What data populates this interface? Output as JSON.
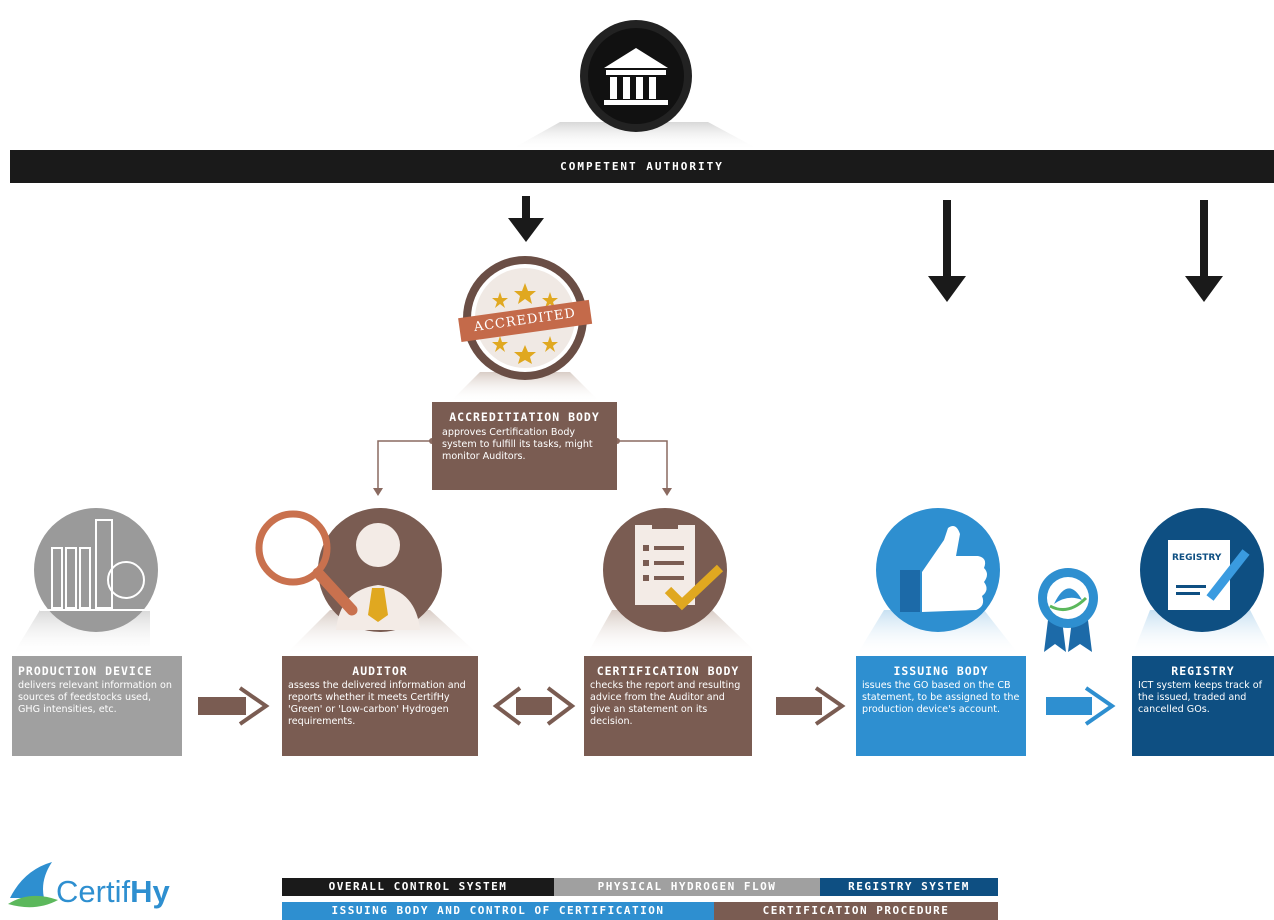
{
  "authority": {
    "label": "COMPETENT AUTHORITY"
  },
  "accreditation": {
    "badge_text": "ACCREDITED",
    "title": "ACCREDITIATION BODY",
    "desc": "approves Certification Body system to fulfill its tasks, might monitor Auditors."
  },
  "production": {
    "title": "PRODUCTION DEVICE",
    "desc": "delivers relevant information on sources of feedstocks used, GHG intensities, etc."
  },
  "auditor": {
    "title": "AUDITOR",
    "desc": "assess the delivered information and reports whether it meets CertifHy 'Green' or 'Low-carbon' Hydrogen requirements."
  },
  "certification": {
    "title": "CERTIFICATION BODY",
    "desc": "checks the report and resulting advice from the Auditor and give an statement on its decision."
  },
  "issuing": {
    "title": "ISSUING BODY",
    "desc": "issues the GO based on the CB statement, to be assigned to the production device's account."
  },
  "registry": {
    "icon_text": "REGISTRY",
    "title": "REGISTRY",
    "desc": "ICT system keeps track of the issued, traded and cancelled GOs."
  },
  "logo": {
    "part1": "Certif",
    "part2": "Hy"
  },
  "legend": {
    "overall": "OVERALL CONTROL SYSTEM",
    "physical": "PHYSICAL HYDROGEN FLOW",
    "registry": "REGISTRY SYSTEM",
    "issuing": "ISSUING BODY AND CONTROL OF CERTIFICATION",
    "procedure": "CERTIFICATION PROCEDURE"
  },
  "colors": {
    "authority": "#1a1a1a",
    "certification": "#7a5c52",
    "physical": "#a0a0a0",
    "issuing": "#2e8fd0",
    "registry": "#0e4f82"
  }
}
